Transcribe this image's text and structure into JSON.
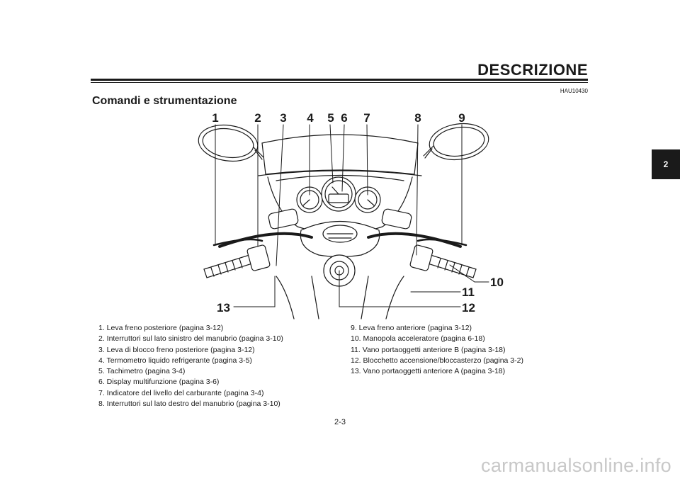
{
  "header": {
    "title": "DESCRIZIONE",
    "doc_code": "HAU10430"
  },
  "section": {
    "title": "Comandi e strumentazione"
  },
  "chapter_tab": "2",
  "callouts": [
    "1",
    "2",
    "3",
    "4",
    "5",
    "6",
    "7",
    "8",
    "9",
    "10",
    "11",
    "12",
    "13"
  ],
  "legend_left": [
    "1. Leva freno posteriore (pagina 3-12)",
    "2. Interruttori sul lato sinistro del manubrio (pagina 3-10)",
    "3. Leva di blocco freno posteriore (pagina 3-12)",
    "4. Termometro liquido refrigerante (pagina 3-5)",
    "5. Tachimetro (pagina 3-4)",
    "6. Display multifunzione (pagina 3-6)",
    "7. Indicatore del livello del carburante (pagina 3-4)",
    "8. Interruttori sul lato destro del manubrio (pagina 3-10)"
  ],
  "legend_right": [
    "9. Leva freno anteriore (pagina 3-12)",
    "10. Manopola acceleratore (pagina 6-18)",
    "11. Vano portaoggetti anteriore B (pagina 3-18)",
    "12. Blocchetto accensione/bloccasterzo (pagina 3-2)",
    "13. Vano portaoggetti anteriore A (pagina 3-18)"
  ],
  "page_number": "2-3",
  "watermark": "carmanualsonline.info"
}
